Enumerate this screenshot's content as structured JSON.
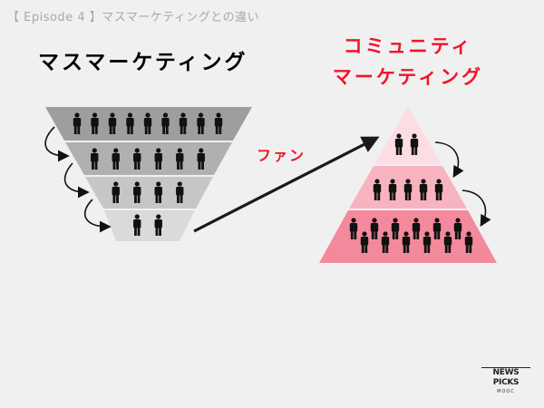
{
  "header": {
    "episode_label": "【 Episode 4 】マスマーケティングとの違い"
  },
  "left": {
    "title": "マスマーケティング",
    "funnel_rows": [
      9,
      6,
      4,
      2
    ],
    "funnel_colors": [
      "#9e9e9e",
      "#b0b0b0",
      "#c6c6c6",
      "#dadada"
    ]
  },
  "right": {
    "title_line1": "コミュニティ",
    "title_line2": "マーケティング",
    "pyramid_rows": [
      2,
      5,
      12
    ],
    "pyramid_colors": [
      "#fcdde3",
      "#f8b3c1",
      "#f38a9c"
    ]
  },
  "arrow_label": "ファン",
  "colors": {
    "accent": "#f01428",
    "background": "#f0f0f0"
  },
  "logo": {
    "name": "NEWS PICKS",
    "sub": "MOOC"
  }
}
